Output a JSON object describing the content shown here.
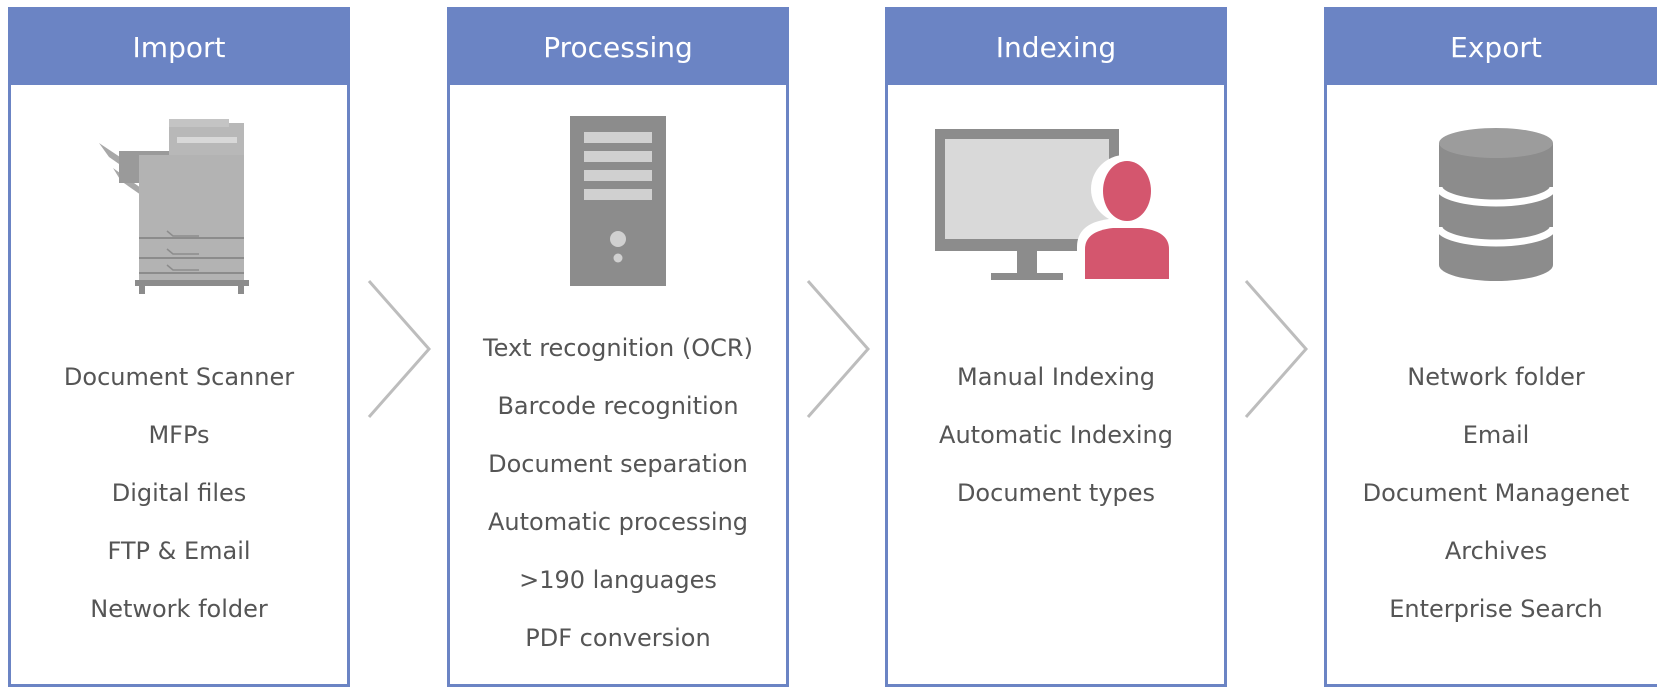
{
  "colors": {
    "accent": "#6b84c4",
    "icon_gray": "#8c8c8c",
    "person": "#d4566e",
    "text": "#555555",
    "arrow": "#bdbdbd"
  },
  "stages": [
    {
      "title": "Import",
      "icon": "mfp-printer-icon",
      "items": [
        "Document Scanner",
        "MFPs",
        "Digital files",
        "FTP & Email",
        "Network folder"
      ]
    },
    {
      "title": "Processing",
      "icon": "server-tower-icon",
      "items": [
        "Text recognition (OCR)",
        "Barcode recognition",
        "Document separation",
        "Automatic processing",
        ">190 languages",
        "PDF conversion"
      ]
    },
    {
      "title": "Indexing",
      "icon": "monitor-user-icon",
      "items": [
        "Manual Indexing",
        "Automatic Indexing",
        "Document types"
      ]
    },
    {
      "title": "Export",
      "icon": "database-icon",
      "items": [
        "Network folder",
        "Email",
        "Document Managenet",
        "Archives",
        "Enterprise Search"
      ]
    }
  ]
}
